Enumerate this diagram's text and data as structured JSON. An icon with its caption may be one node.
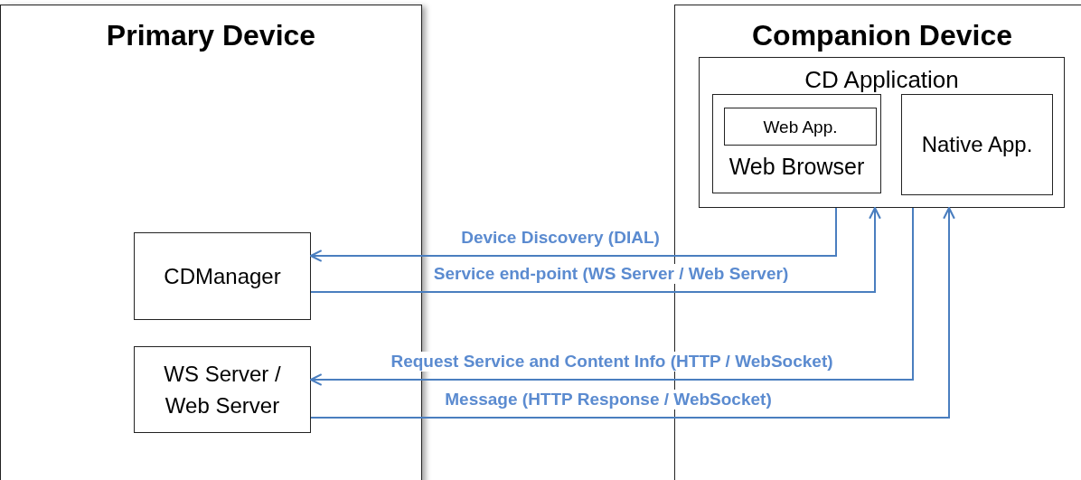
{
  "diagram": {
    "nodes": [
      {
        "text": [
          "Primary Device"
        ]
      },
      {
        "text": [
          "CDManager"
        ],
        "in": 0
      },
      {
        "text": [
          "WS Server / Web Server"
        ],
        "in": 0
      },
      {
        "text": [
          "Companion Device"
        ]
      },
      {
        "text": [
          "CD Application"
        ],
        "in": 3
      },
      {
        "text": [
          "Web Browser"
        ],
        "in": 4
      },
      {
        "text": [
          "Web App."
        ],
        "in": 5
      },
      {
        "text": [
          "Native App."
        ],
        "in": 4
      }
    ],
    "edges": [
      {
        "from": 4,
        "to": 1,
        "arrow": "to",
        "label": "Device Discovery (DIAL)"
      },
      {
        "from": 1,
        "to": 4,
        "arrow": "to",
        "label": "Service end-point (WS Server / Web Server)"
      },
      {
        "from": 4,
        "to": 2,
        "arrow": "to",
        "label": "Request Service  and Content Info (HTTP / WebSocket)"
      },
      {
        "from": 2,
        "to": 4,
        "arrow": "to",
        "label": "Message (HTTP Response / WebSocket)"
      }
    ]
  }
}
